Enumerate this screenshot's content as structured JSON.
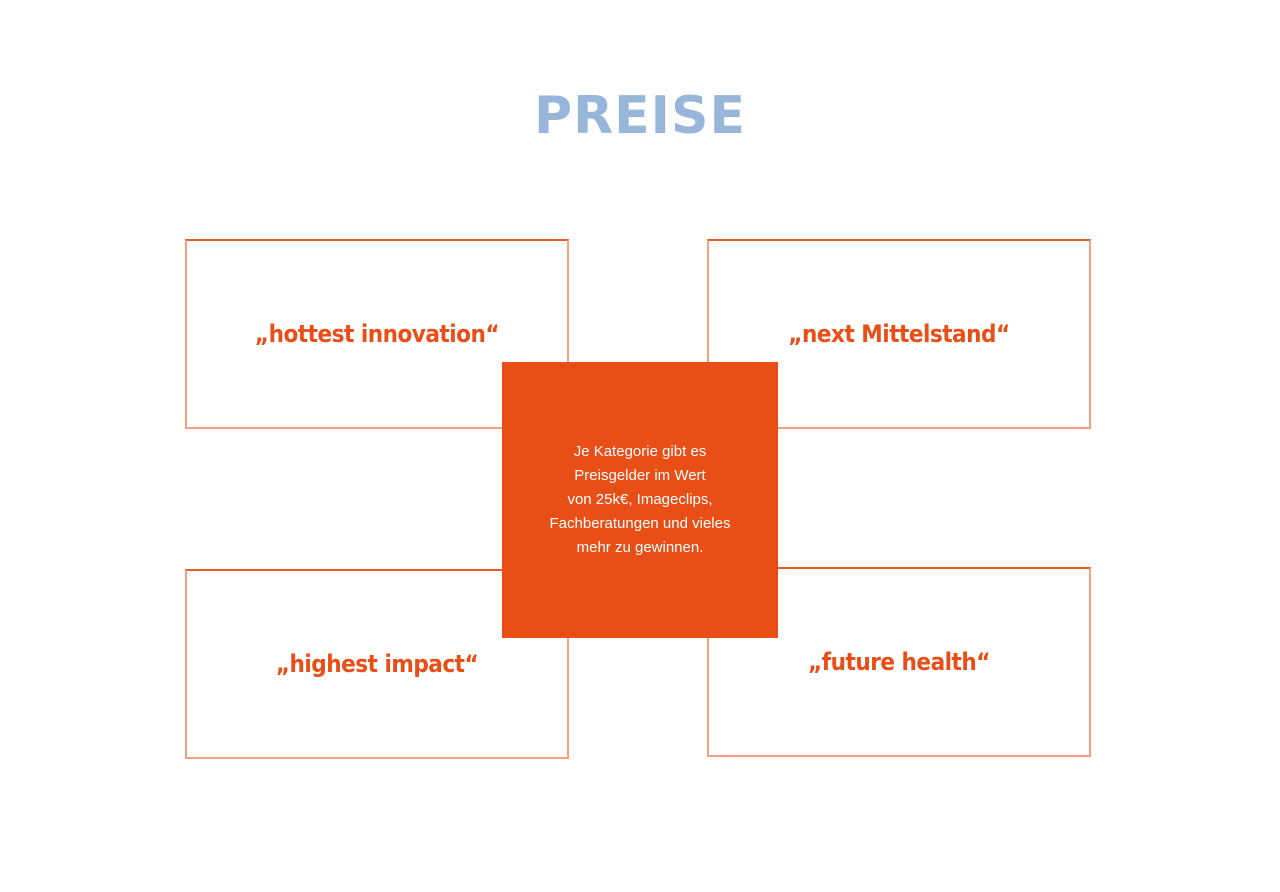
{
  "title": "PREISE",
  "categories": [
    "„hottest innovation“",
    "„next Mittelstand“",
    "„highest impact“",
    "„future health“"
  ],
  "center_text": [
    "Je Kategorie gibt es",
    "Preisgelder im Wert",
    "von 25k€, Imageclips,",
    "Fachberatungen und vieles",
    "mehr zu gewinnen."
  ],
  "colors": {
    "accent": "#e84e16",
    "border": "#f4a182",
    "title": "#97b6da"
  }
}
